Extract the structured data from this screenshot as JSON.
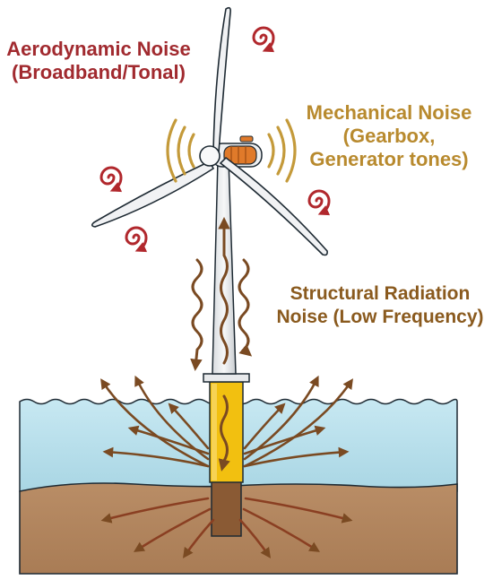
{
  "labels": {
    "aerodynamic": {
      "line1": "Aerodynamic Noise",
      "line2": "(Broadband/Tonal)"
    },
    "mechanical": {
      "line1": "Mechanical Noise",
      "line2": "(Gearbox,",
      "line3": "Generator tones)"
    },
    "structural": {
      "line1": "Structural Radiation",
      "line2": "Noise (Low Frequency)"
    }
  },
  "colors": {
    "aerodynamic_text": "#a12a2f",
    "mechanical_text": "#b88a2e",
    "structural_text": "#8a5a1e",
    "swirl": "#b1282d",
    "arrow": "#7a4a22",
    "sea": "#bfe3ee",
    "seabed": "#b58a63",
    "monopile": "#f2c010",
    "nacelle": "#e07a2a"
  }
}
